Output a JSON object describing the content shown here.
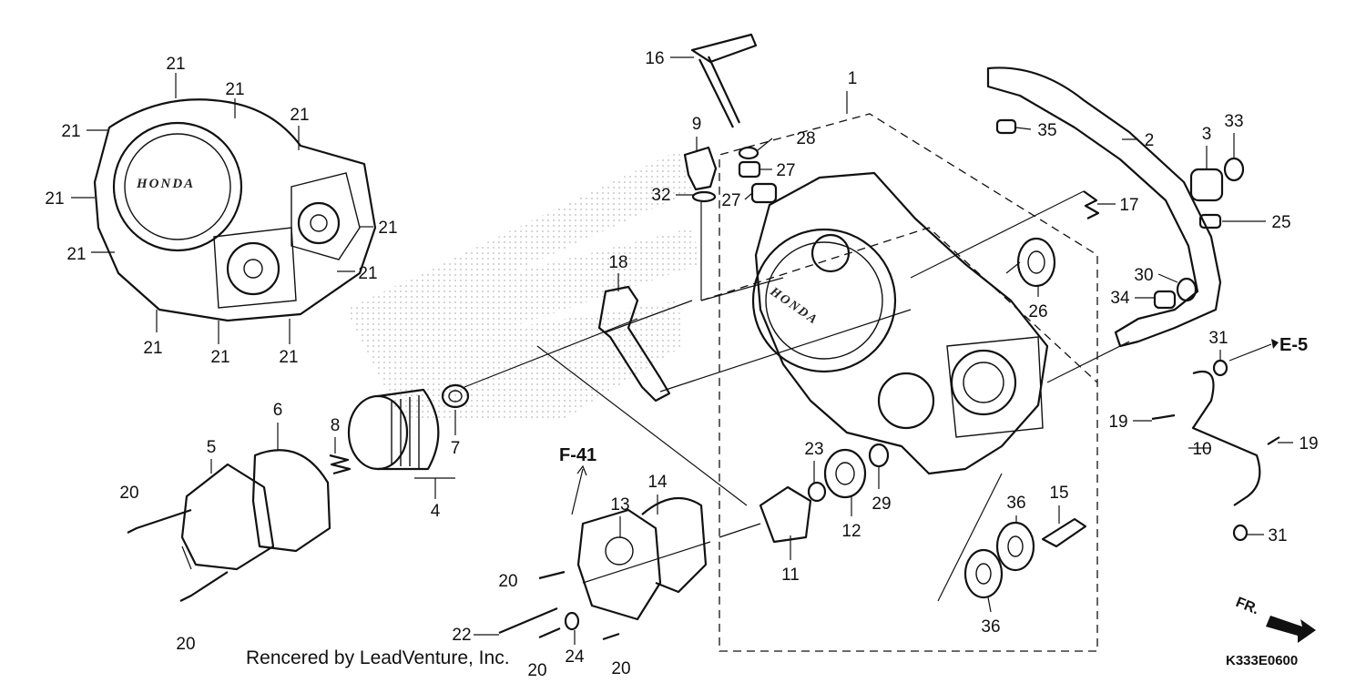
{
  "credit": "Rencered by LeadVenture, Inc.",
  "diagram_code": "K333E0600",
  "brand_logo": "HONDA",
  "references": {
    "e5": "E-5",
    "f41": "F-41",
    "front": "FR."
  },
  "callouts": [
    "1",
    "2",
    "3",
    "4",
    "5",
    "6",
    "7",
    "8",
    "9",
    "10",
    "11",
    "12",
    "13",
    "14",
    "15",
    "16",
    "17",
    "18",
    "19",
    "20",
    "21",
    "22",
    "23",
    "24",
    "25",
    "26",
    "27",
    "28",
    "29",
    "30",
    "31",
    "32",
    "33",
    "34",
    "35",
    "36"
  ],
  "colors": {
    "line": "#111111",
    "background": "#ffffff",
    "watermark": "#cccccc"
  }
}
